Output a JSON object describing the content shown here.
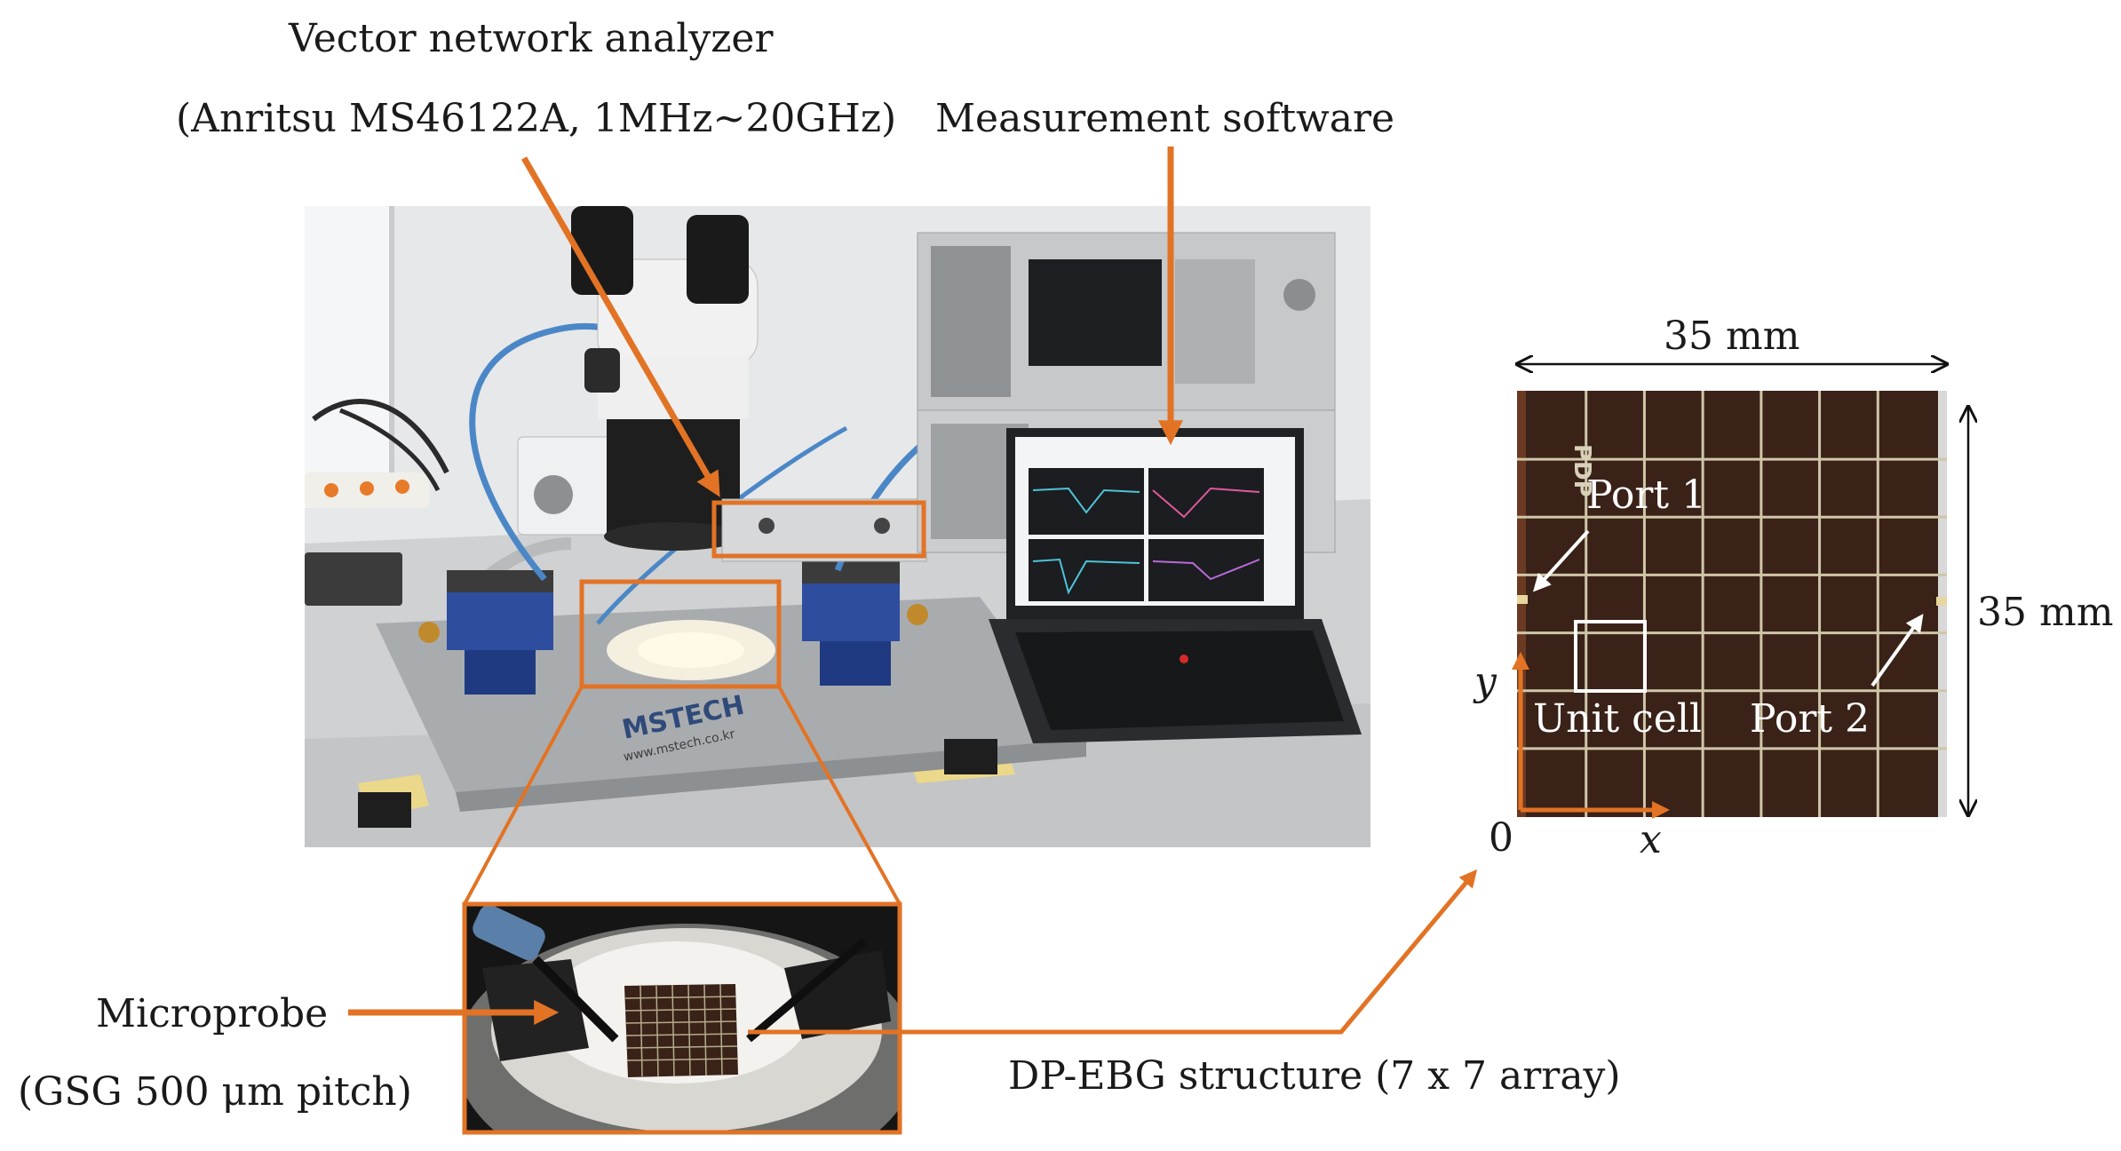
{
  "labels": {
    "vna_title": "Vector network analyzer",
    "vna_model": "(Anritsu MS46122A, 1MHz~20GHz)",
    "software": "Measurement software",
    "microprobe": "Microprobe",
    "microprobe_spec": "(GSG 500 μm pitch)",
    "dpebg": "DP-EBG structure (7 x 7 array)",
    "width_dim": "35 mm",
    "height_dim": "35 mm",
    "port1": "Port 1",
    "port2": "Port 2",
    "unit_cell": "Unit cell",
    "axis_y": "y",
    "axis_x": "x",
    "origin": "0"
  },
  "photo_text": {
    "station_brand": "MSTECH",
    "station_url": "www.mstech.co.kr",
    "pdp_mark": "PDP"
  },
  "colors": {
    "accent": "#e27325",
    "photo_bg": "#dfe1e3",
    "ebg_board": "#3a2218",
    "ebg_grid": "#cfc6a8"
  }
}
